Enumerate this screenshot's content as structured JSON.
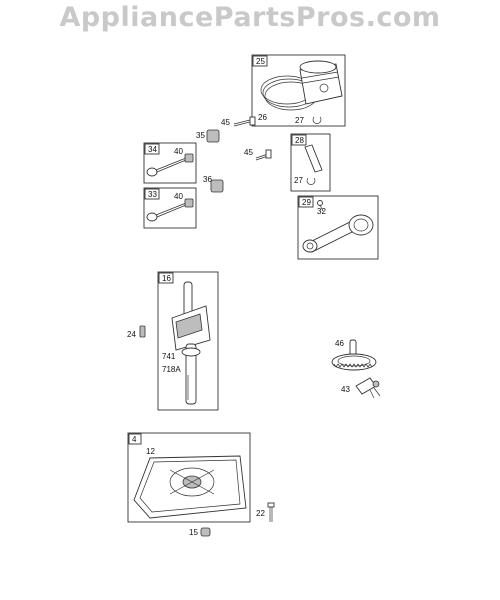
{
  "watermark": "AppliancePartsPros.com",
  "groups": {
    "piston": {
      "tag": "25",
      "ring_label": "26",
      "clip_label": "27"
    },
    "wrist_pin": {
      "tag": "28",
      "clip_label": "27"
    },
    "rod": {
      "tag": "29",
      "bolt_label": "32"
    },
    "intake_valve": {
      "tag": "34",
      "retainer_label": "40"
    },
    "exhaust_valve": {
      "tag": "33",
      "retainer_label": "40"
    },
    "crankshaft": {
      "tag": "16",
      "gear_label": "741",
      "key_label": "718A"
    },
    "sump": {
      "tag": "4",
      "gasket_label": "12"
    }
  },
  "loose": {
    "screw_upper": "45",
    "spring_upper": "35",
    "screw_lower": "45",
    "spring_lower": "36",
    "dowel": "24",
    "governor_gear": "46",
    "governor_crank": "43",
    "bolt": "22",
    "seal": "15"
  }
}
